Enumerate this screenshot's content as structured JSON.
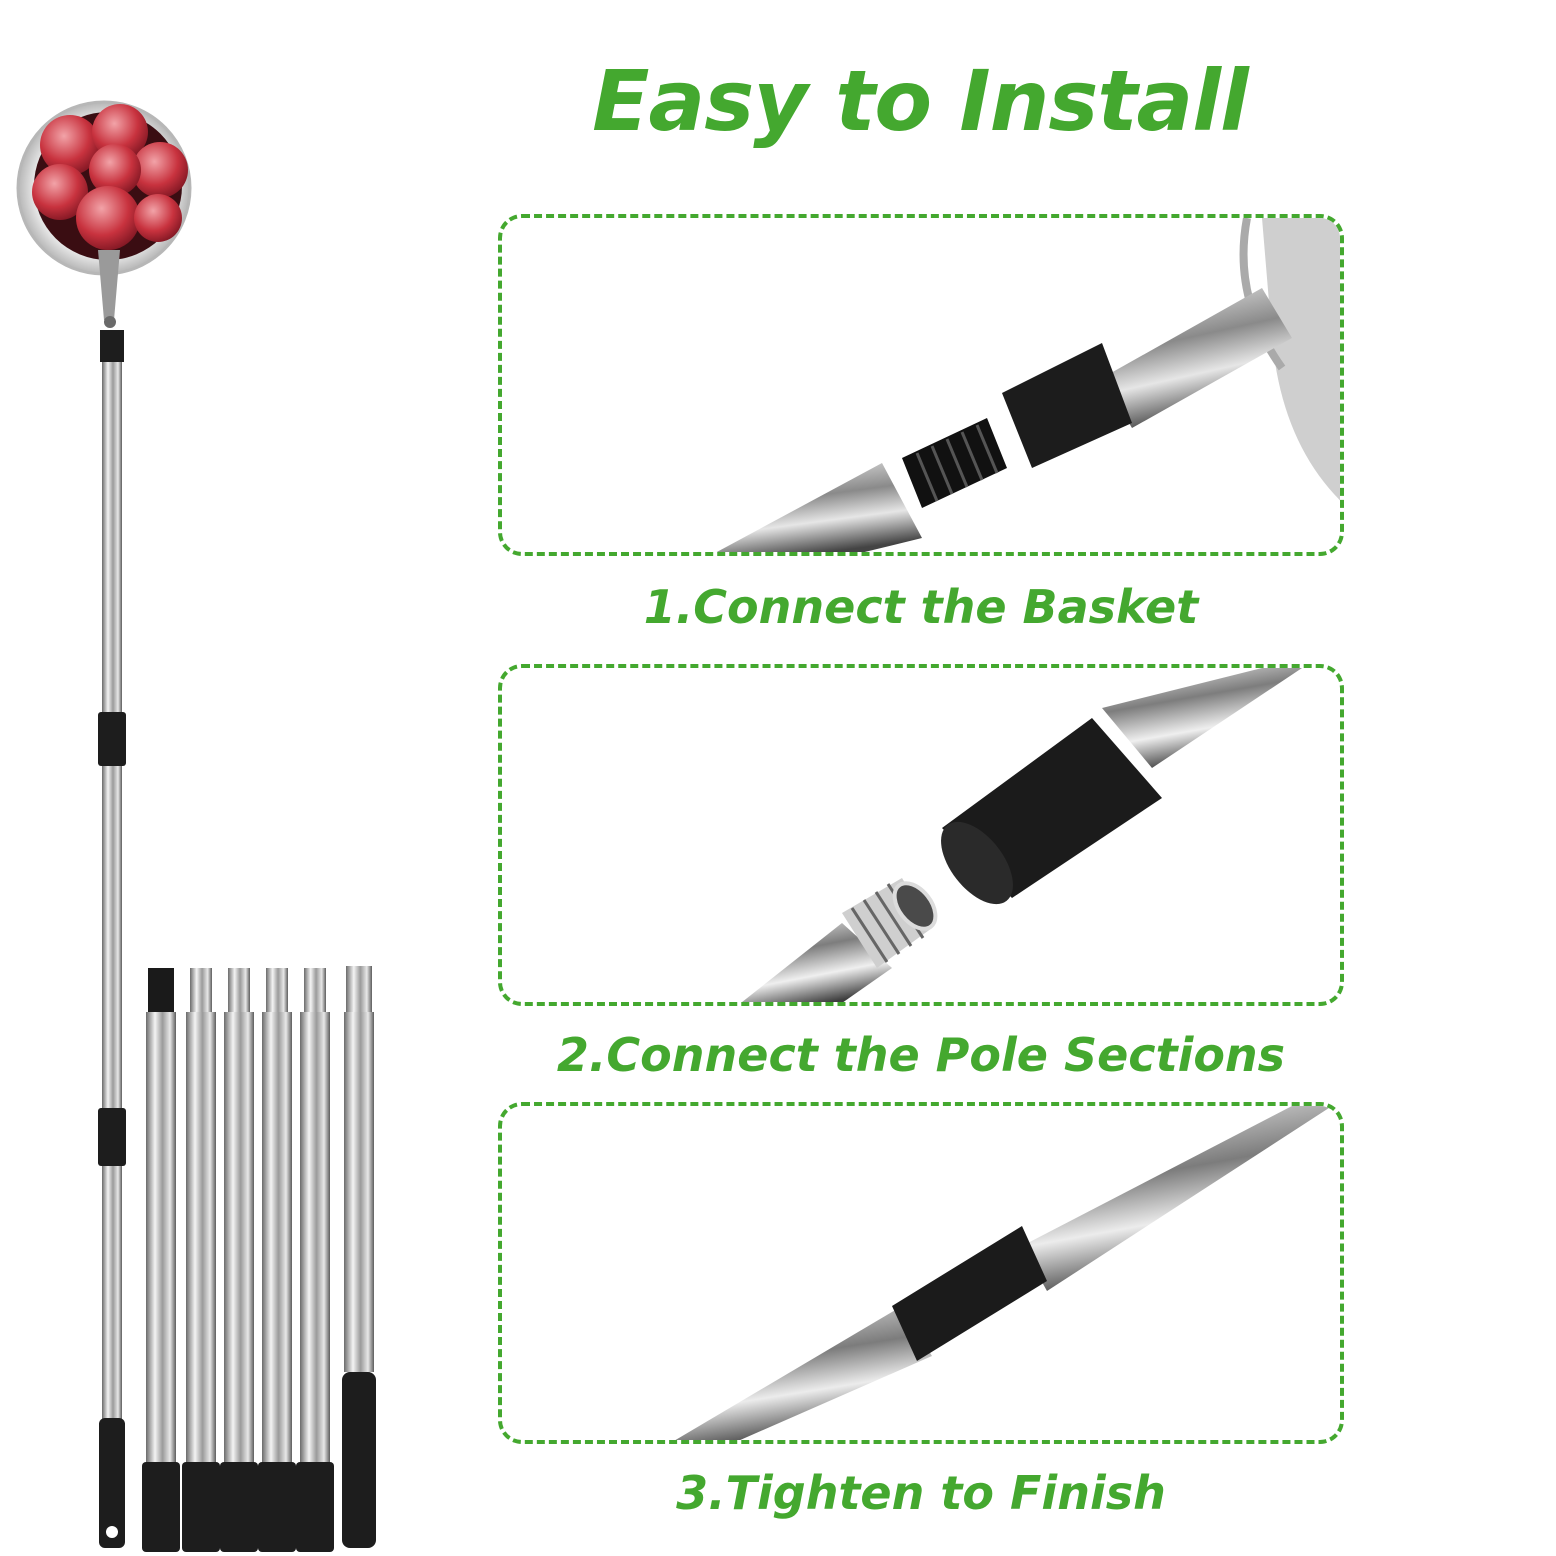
{
  "colors": {
    "accent": "#44a82f",
    "background": "#ffffff"
  },
  "title": "Easy to Install",
  "steps": [
    {
      "caption": "1.Connect the Basket",
      "illustration": "basket-connector"
    },
    {
      "caption": "2.Connect the Pole Sections",
      "illustration": "pole-connector"
    },
    {
      "caption": "3.Tighten to Finish",
      "illustration": "pole-joint"
    }
  ],
  "product": {
    "illustration": "fruit-picker-assembled-and-pole-sections",
    "loose_pole_sections": 6
  }
}
